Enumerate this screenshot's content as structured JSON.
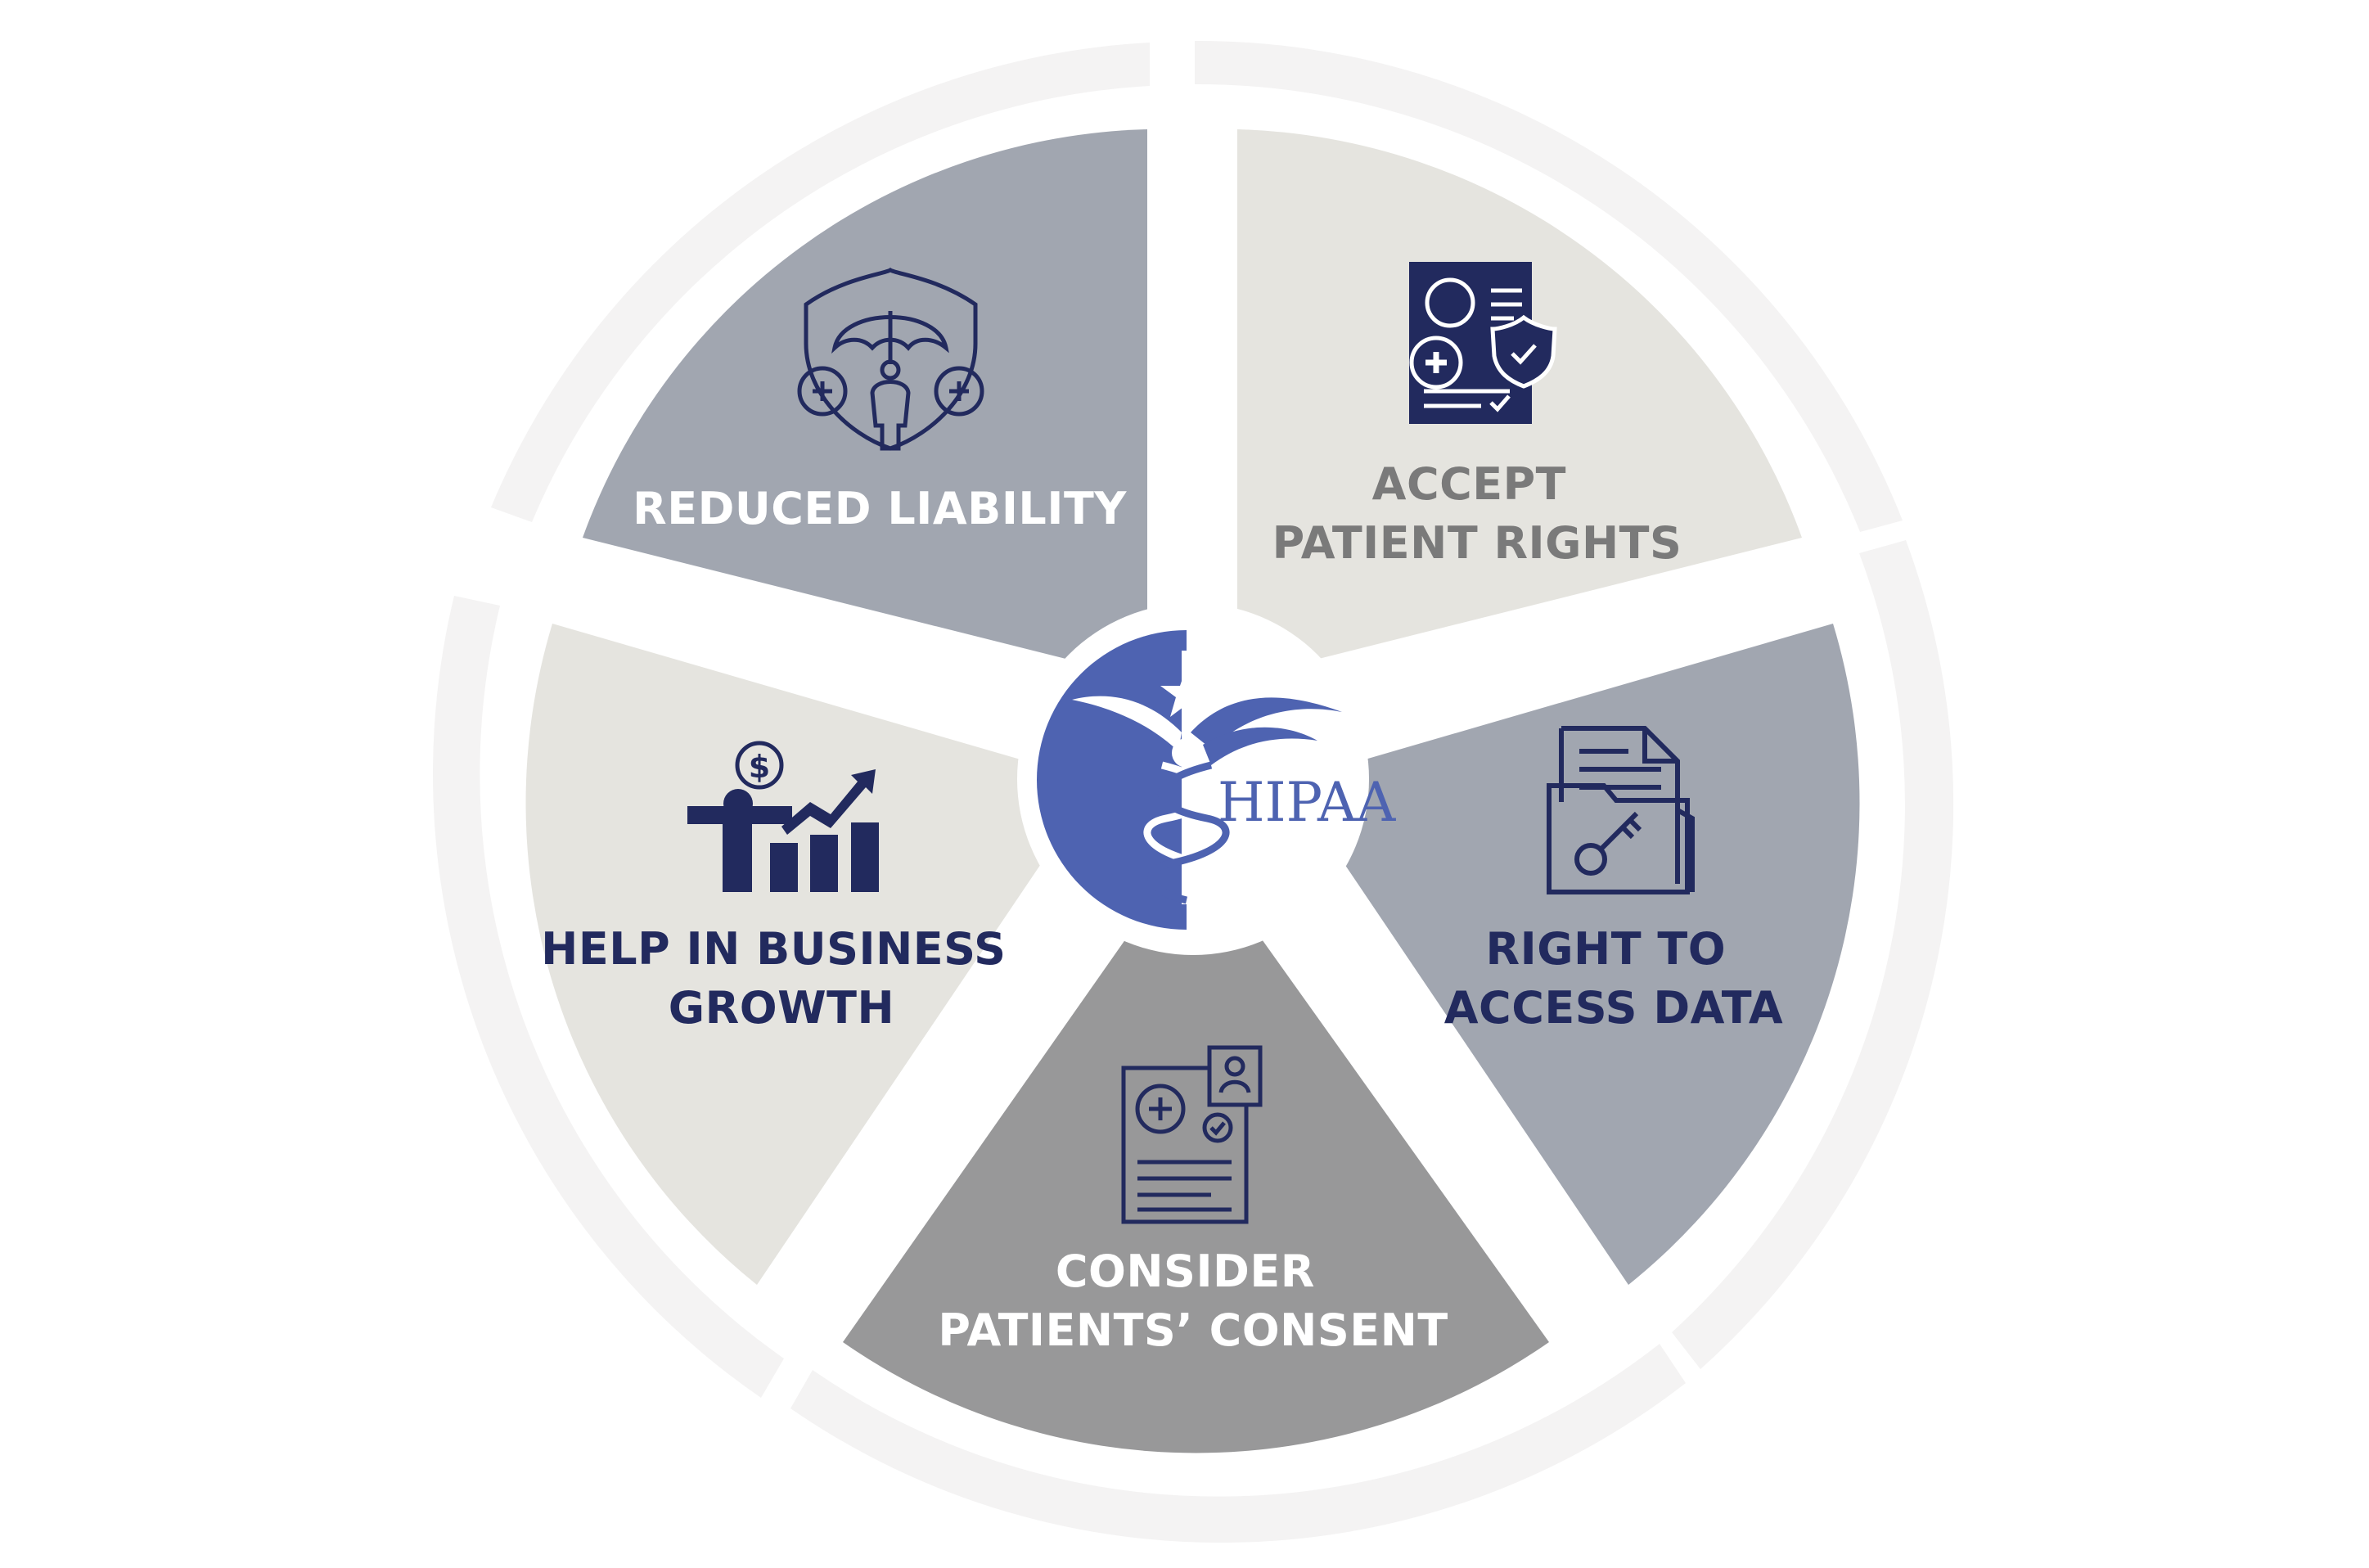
{
  "center": {
    "logo_text": "HIPAA",
    "logo_icon": "caduceus-icon"
  },
  "colors": {
    "ring": "#f4f3f3",
    "slate": "#a1a6b0",
    "light": "#e5e4df",
    "dark_gray": "#989899",
    "navy": "#222a5e",
    "label_gray": "#7a7a7a",
    "logo_blue": "#4e63b1",
    "white": "#ffffff"
  },
  "segments": [
    {
      "id": "reduced-liability",
      "lines": [
        "REDUCED LIABILITY"
      ],
      "icon": "umbrella-protection-icon"
    },
    {
      "id": "accept-patient-rights",
      "lines": [
        "ACCEPT",
        "PATIENT RIGHTS"
      ],
      "icon": "patient-record-shield-icon"
    },
    {
      "id": "right-to-access-data",
      "lines": [
        "RIGHT TO",
        "ACCESS DATA"
      ],
      "icon": "folder-key-icon"
    },
    {
      "id": "consider-patients-consent",
      "lines": [
        "CONSIDER",
        "PATIENTS’ CONSENT"
      ],
      "icon": "medical-consent-form-icon"
    },
    {
      "id": "help-in-business-growth",
      "lines": [
        "HELP IN BUSINESS",
        "GROWTH"
      ],
      "icon": "business-growth-chart-icon"
    }
  ]
}
